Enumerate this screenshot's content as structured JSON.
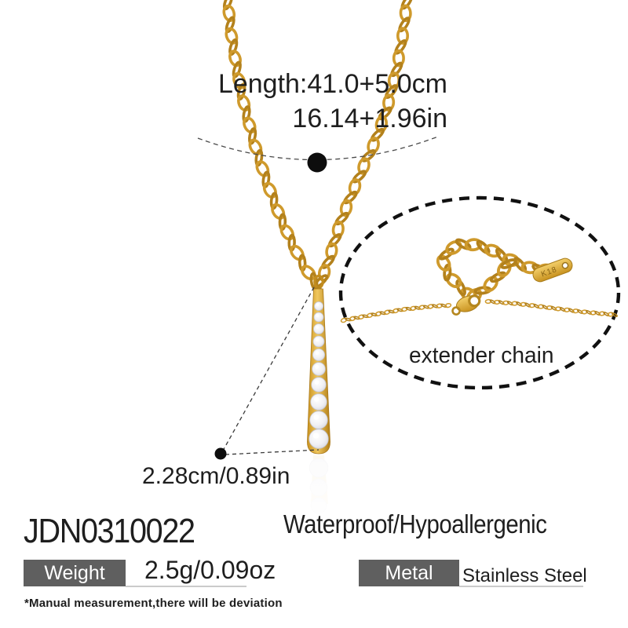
{
  "annotations": {
    "length_cm": "Length:41.0+5.0cm",
    "length_in": "16.14+1.96in",
    "extender_label": "extender chain",
    "pendant_size": "2.28cm/0.89in",
    "tag_engraving": "K18"
  },
  "product": {
    "sku": "JDN0310022",
    "feature": "Waterproof/Hypoallergenic",
    "specs": [
      {
        "label": "Weight",
        "value": "2.5g/0.09oz"
      },
      {
        "label": "Metal",
        "value": "Stainless Steel"
      }
    ],
    "footnote": "*Manual measurement,there will be deviation"
  },
  "colors": {
    "gold": "#cf9a2c",
    "gold_dark": "#b3811c",
    "gold_light": "#f3cf6a",
    "label_bg": "#5f5f5f",
    "underline": "#cbcbcb",
    "text": "#1e1e1e",
    "dot": "#0d0d0d"
  }
}
